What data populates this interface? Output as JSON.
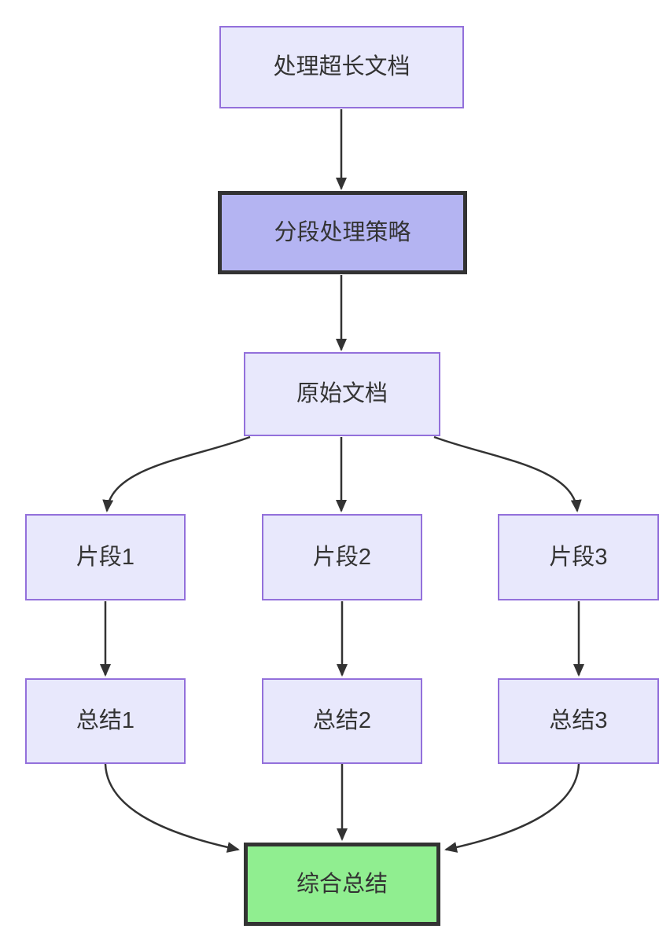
{
  "diagram": {
    "type": "flowchart",
    "direction": "top-down",
    "nodes": [
      {
        "id": "A",
        "label": "处理超长文档",
        "style": "default"
      },
      {
        "id": "B",
        "label": "分段处理策略",
        "style": "highlight"
      },
      {
        "id": "C",
        "label": "原始文档",
        "style": "default"
      },
      {
        "id": "D1",
        "label": "片段1",
        "style": "default"
      },
      {
        "id": "D2",
        "label": "片段2",
        "style": "default"
      },
      {
        "id": "D3",
        "label": "片段3",
        "style": "default"
      },
      {
        "id": "E1",
        "label": "总结1",
        "style": "default"
      },
      {
        "id": "E2",
        "label": "总结2",
        "style": "default"
      },
      {
        "id": "E3",
        "label": "总结3",
        "style": "default"
      },
      {
        "id": "F",
        "label": "综合总结",
        "style": "result"
      }
    ],
    "edges": [
      {
        "from": "处理超长文档",
        "to": "分段处理策略"
      },
      {
        "from": "分段处理策略",
        "to": "原始文档"
      },
      {
        "from": "原始文档",
        "to": "片段1"
      },
      {
        "from": "原始文档",
        "to": "片段2"
      },
      {
        "from": "原始文档",
        "to": "片段3"
      },
      {
        "from": "片段1",
        "to": "总结1"
      },
      {
        "from": "片段2",
        "to": "总结2"
      },
      {
        "from": "片段3",
        "to": "总结3"
      },
      {
        "from": "总结1",
        "to": "综合总结"
      },
      {
        "from": "总结2",
        "to": "综合总结"
      },
      {
        "from": "总结3",
        "to": "综合总结"
      }
    ],
    "colors": {
      "node_fill": "#e8e8fc",
      "node_border": "#9370db",
      "highlight_fill": "#b4b4f2",
      "result_fill": "#90ee90",
      "emphasis_border": "#333333",
      "edge_stroke": "#333333",
      "text": "#333333",
      "background": "#ffffff"
    }
  }
}
